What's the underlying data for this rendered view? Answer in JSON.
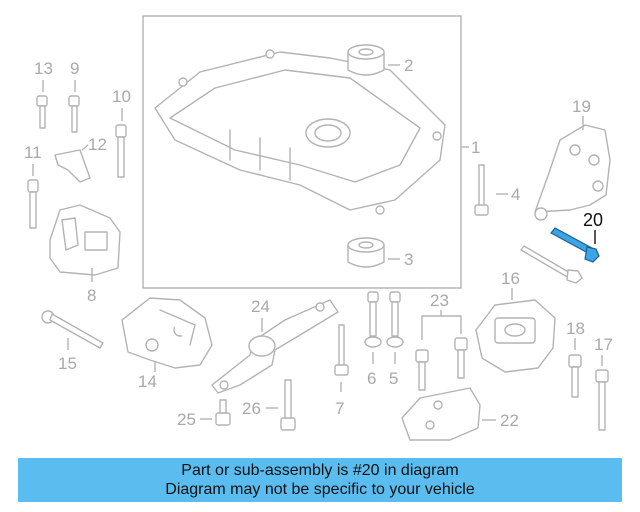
{
  "callouts": [
    {
      "id": "1",
      "label": "1"
    },
    {
      "id": "2",
      "label": "2"
    },
    {
      "id": "3",
      "label": "3"
    },
    {
      "id": "4",
      "label": "4"
    },
    {
      "id": "5",
      "label": "5"
    },
    {
      "id": "6",
      "label": "6"
    },
    {
      "id": "7",
      "label": "7"
    },
    {
      "id": "8",
      "label": "8"
    },
    {
      "id": "9",
      "label": "9"
    },
    {
      "id": "10",
      "label": "10"
    },
    {
      "id": "11",
      "label": "11"
    },
    {
      "id": "12",
      "label": "12"
    },
    {
      "id": "13",
      "label": "13"
    },
    {
      "id": "14",
      "label": "14"
    },
    {
      "id": "15",
      "label": "15"
    },
    {
      "id": "16",
      "label": "16"
    },
    {
      "id": "17",
      "label": "17"
    },
    {
      "id": "18",
      "label": "18"
    },
    {
      "id": "19",
      "label": "19"
    },
    {
      "id": "20",
      "label": "20"
    },
    {
      "id": "22",
      "label": "22"
    },
    {
      "id": "23",
      "label": "23"
    },
    {
      "id": "24",
      "label": "24"
    },
    {
      "id": "25",
      "label": "25"
    },
    {
      "id": "26",
      "label": "26"
    }
  ],
  "selected_part": "20",
  "colors": {
    "highlight": "#3aa5e6",
    "banner": "#5bbcf0",
    "line_art": "#b3b3b3"
  },
  "banner": {
    "line1": "Part or sub-assembly is #20 in diagram",
    "line2": "Diagram may not be specific to your vehicle"
  }
}
